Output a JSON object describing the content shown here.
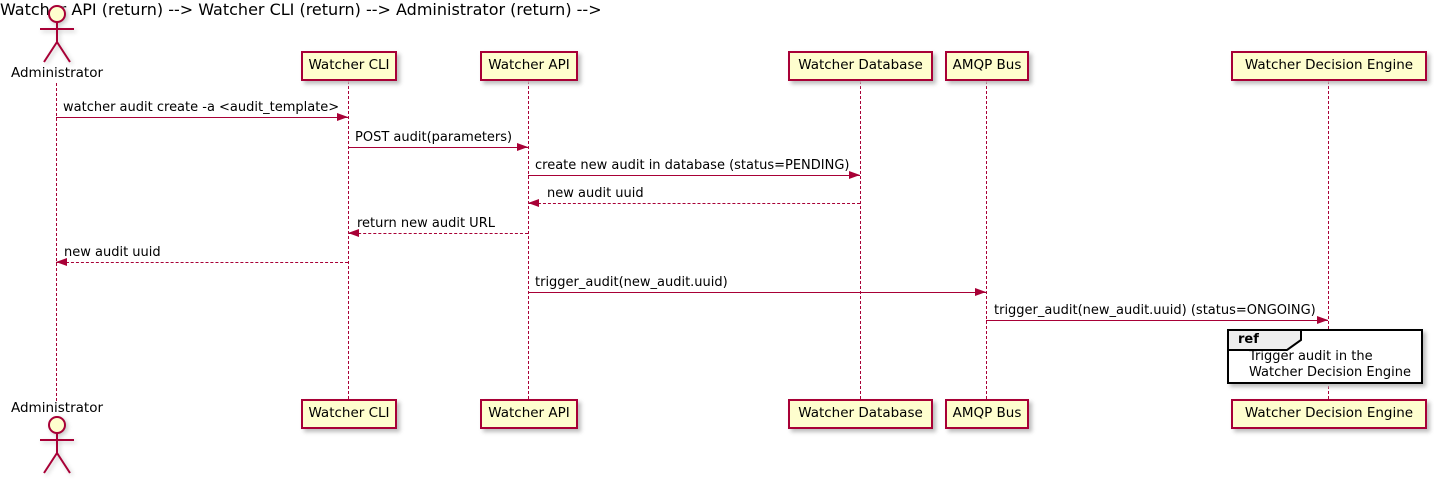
{
  "actor": {
    "name": "Administrator"
  },
  "participants": [
    {
      "label": "Watcher CLI"
    },
    {
      "label": "Watcher API"
    },
    {
      "label": "Watcher Database"
    },
    {
      "label": "AMQP Bus"
    },
    {
      "label": "Watcher Decision Engine"
    }
  ],
  "messages": [
    {
      "from": "Administrator",
      "to": "Watcher CLI",
      "label": "watcher audit create -a <audit_template>",
      "line": "solid",
      "direction": "right"
    },
    {
      "from": "Watcher CLI",
      "to": "Watcher API",
      "label": "POST audit(parameters)",
      "line": "solid",
      "direction": "right"
    },
    {
      "from": "Watcher API",
      "to": "Watcher Database",
      "label": "create new audit in database (status=PENDING)",
      "line": "solid",
      "direction": "right"
    },
    {
      "from": "Watcher Database",
      "to": "Watcher API",
      "label": "new audit uuid",
      "line": "dashed",
      "direction": "left"
    },
    {
      "from": "Watcher API",
      "to": "Watcher CLI",
      "label": "return new audit URL",
      "line": "dashed",
      "direction": "left"
    },
    {
      "from": "Watcher CLI",
      "to": "Administrator",
      "label": "new audit uuid",
      "line": "dashed",
      "direction": "left"
    },
    {
      "from": "Watcher API",
      "to": "AMQP Bus",
      "label": "trigger_audit(new_audit.uuid)",
      "line": "solid",
      "direction": "right"
    },
    {
      "from": "AMQP Bus",
      "to": "Watcher Decision Engine",
      "label": "trigger_audit(new_audit.uuid) (status=ONGOING)",
      "line": "solid",
      "direction": "right"
    }
  ],
  "ref": {
    "tab_label": "ref",
    "lines": [
      "Trigger audit in the",
      "Watcher Decision Engine"
    ]
  },
  "colors": {
    "participant_fill": "#FEFECE",
    "accent_line": "#A80036",
    "text": "#000000",
    "ref_tab_fill": "#EEEEEE",
    "ref_border": "#000000",
    "background": "#FFFFFF"
  }
}
